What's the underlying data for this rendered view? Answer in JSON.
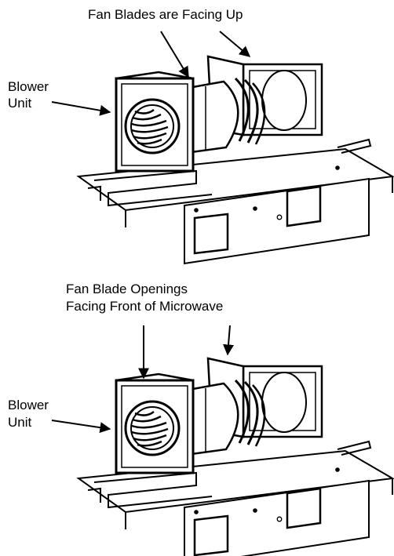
{
  "top_panel": {
    "callout": "Fan Blades are Facing Up",
    "side_label_line1": "Blower",
    "side_label_line2": "Unit"
  },
  "bottom_panel": {
    "callout_line1": "Fan Blade Openings",
    "callout_line2": "Facing Front of Microwave",
    "side_label_line1": "Blower",
    "side_label_line2": "Unit"
  }
}
